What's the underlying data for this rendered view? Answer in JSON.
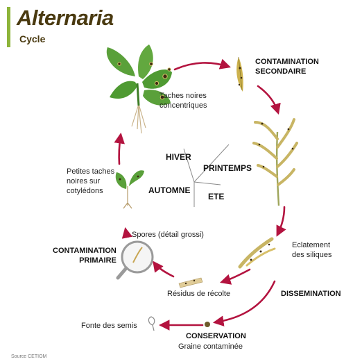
{
  "header": {
    "title": "Alternaria",
    "subtitle": "Cycle"
  },
  "colors": {
    "accent": "#8db43a",
    "title": "#4a3a10",
    "arrow": "#b3133f",
    "leaf": "#4f9a32",
    "lesion": "#3b2a10",
    "pod": "#d8c06a"
  },
  "stages": {
    "taches_noires": [
      "Taches noires",
      "concentriques"
    ],
    "contamination_secondaire": [
      "CONTAMINATION",
      "SECONDAIRE"
    ],
    "eclatement": [
      "Eclatement",
      "des siliques"
    ],
    "dissemination": "DISSEMINATION",
    "conservation": "CONSERVATION",
    "graine": "Graine contaminée",
    "fonte": "Fonte des semis",
    "residus": "Résidus de récolte",
    "contamination_primaire": [
      "CONTAMINATION",
      "PRIMAIRE"
    ],
    "spores": "Spores (détail grossi)",
    "petites_taches": [
      "Petites taches",
      "noires sur",
      "cotylédons"
    ]
  },
  "seasons": {
    "hiver": "HIVER",
    "printemps": "PRINTEMPS",
    "automne": "AUTOMNE",
    "ete": "ETE"
  },
  "source": "Source CETIOM"
}
